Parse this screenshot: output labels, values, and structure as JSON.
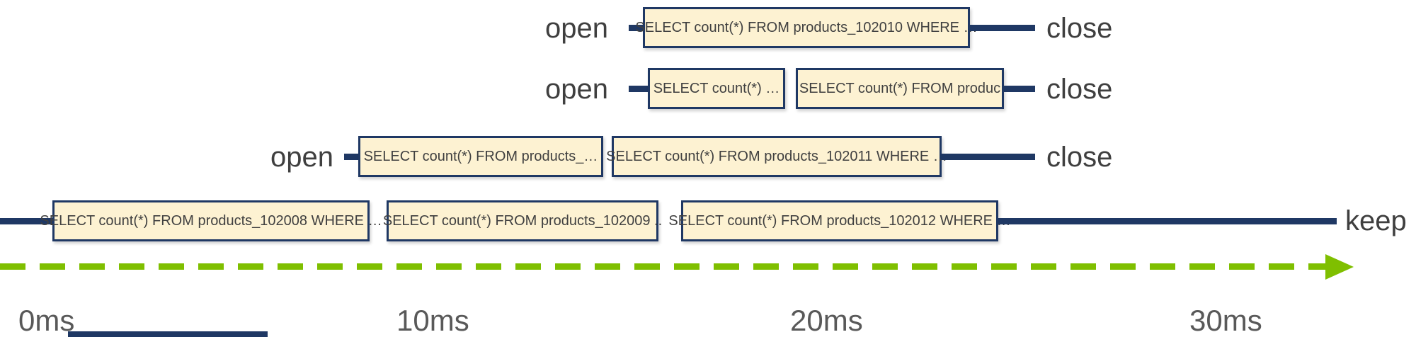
{
  "diagram": {
    "rows": [
      {
        "start_label": "open",
        "end_label": "close",
        "queries": [
          "SELECT count(*) FROM products_102010 WHERE …"
        ]
      },
      {
        "start_label": "open",
        "end_label": "close",
        "queries": [
          "SELECT count(*) …",
          "SELECT count(*) FROM produc"
        ]
      },
      {
        "start_label": "open",
        "end_label": "close",
        "queries": [
          "SELECT count(*) FROM products_…",
          "SELECT count(*) FROM products_102011 WHERE …"
        ]
      },
      {
        "end_label": "keep",
        "queries": [
          "SELECT count(*) FROM products_102008 WHERE …",
          "SELECT count(*) FROM products_102009 ..",
          "SELECT count(*) FROM products_102012 WHERE …"
        ]
      }
    ],
    "axis_ticks": [
      "0ms",
      "10ms",
      "20ms",
      "30ms"
    ],
    "colors": {
      "timeline_line": "#1f3864",
      "box_fill": "#fdf2d2",
      "box_border": "#1f3864",
      "label_text": "#3f3f3f",
      "tick_text": "#595959",
      "time_arrow": "#7fbf00"
    }
  }
}
